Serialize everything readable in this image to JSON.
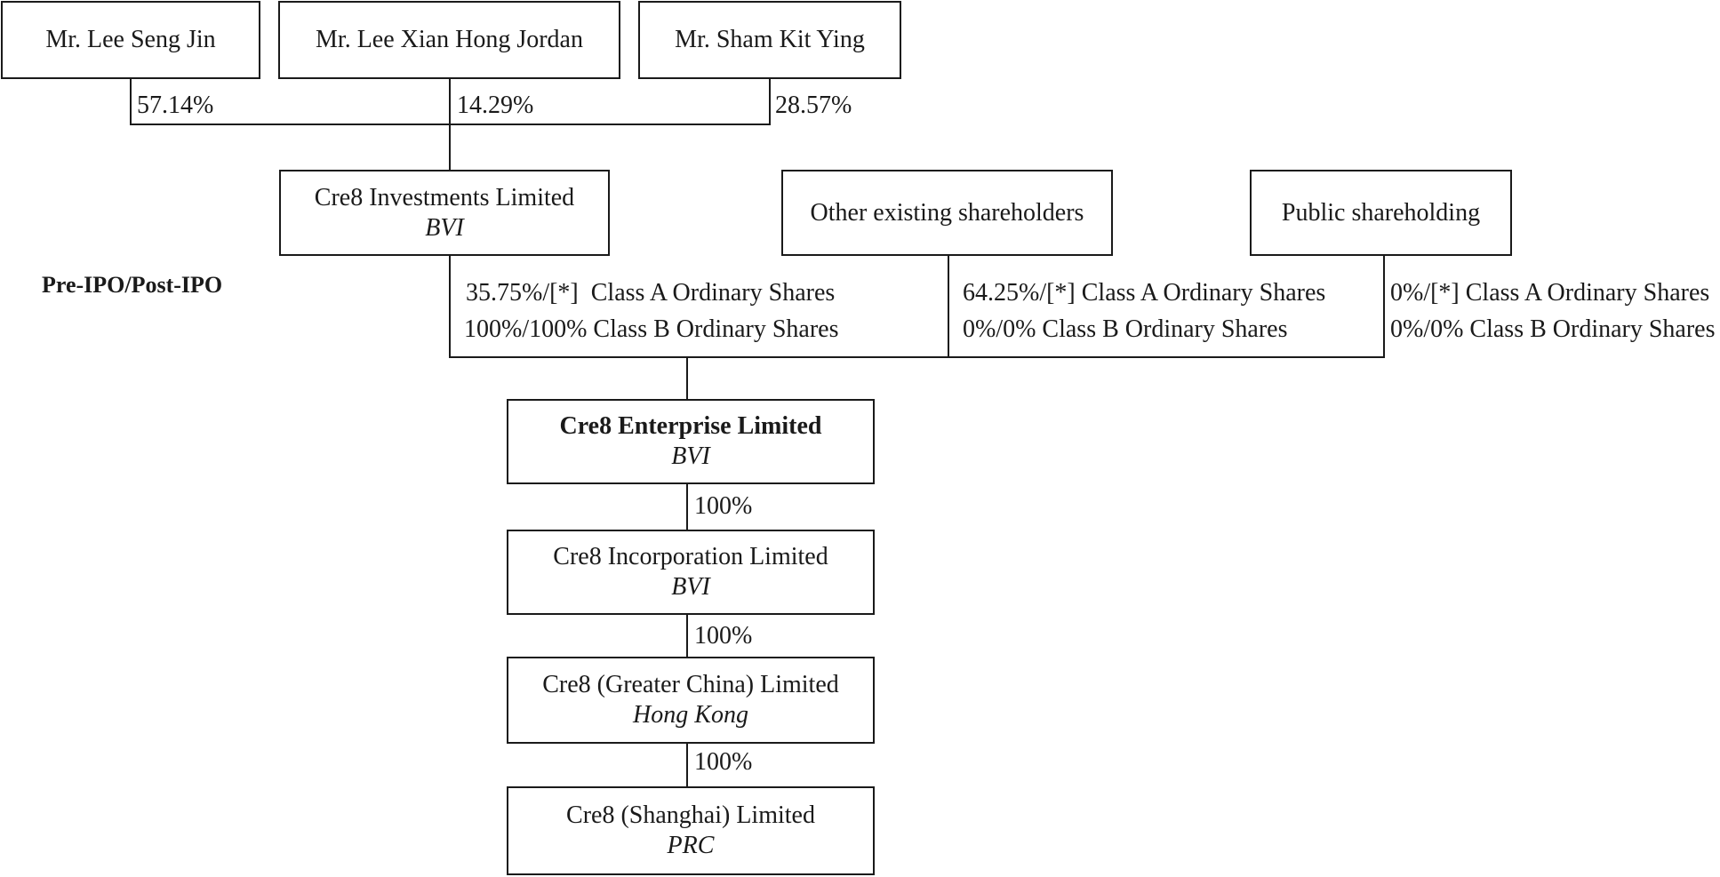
{
  "shareholders": [
    {
      "name": "Mr. Lee Seng Jin",
      "percent": "57.14%"
    },
    {
      "name": "Mr. Lee Xian Hong Jordan",
      "percent": "14.29%"
    },
    {
      "name": "Mr. Sham Kit Ying",
      "percent": "28.57%"
    }
  ],
  "tier2": {
    "investments": {
      "name": "Cre8 Investments Limited",
      "jurisdiction": "BVI"
    },
    "other": {
      "name": "Other existing shareholders"
    },
    "public": {
      "name": "Public shareholding"
    }
  },
  "period_label": "Pre-IPO/Post-IPO",
  "holdings": {
    "investments": {
      "class_a": "35.75%/[*]  Class A Ordinary Shares",
      "class_b": "100%/100% Class B Ordinary Shares"
    },
    "other": {
      "class_a": "64.25%/[*] Class A Ordinary Shares",
      "class_b": "0%/0% Class B Ordinary Shares"
    },
    "public": {
      "class_a": "0%/[*] Class A Ordinary Shares",
      "class_b": "0%/0% Class B Ordinary Shares"
    }
  },
  "chain": [
    {
      "name": "Cre8 Enterprise Limited",
      "jurisdiction": "BVI"
    },
    {
      "name": "Cre8 Incorporation Limited",
      "jurisdiction": "BVI",
      "ownership": "100%"
    },
    {
      "name": "Cre8 (Greater China) Limited",
      "jurisdiction": "Hong Kong",
      "ownership": "100%"
    },
    {
      "name": "Cre8 (Shanghai) Limited",
      "jurisdiction": "PRC",
      "ownership": "100%"
    }
  ]
}
